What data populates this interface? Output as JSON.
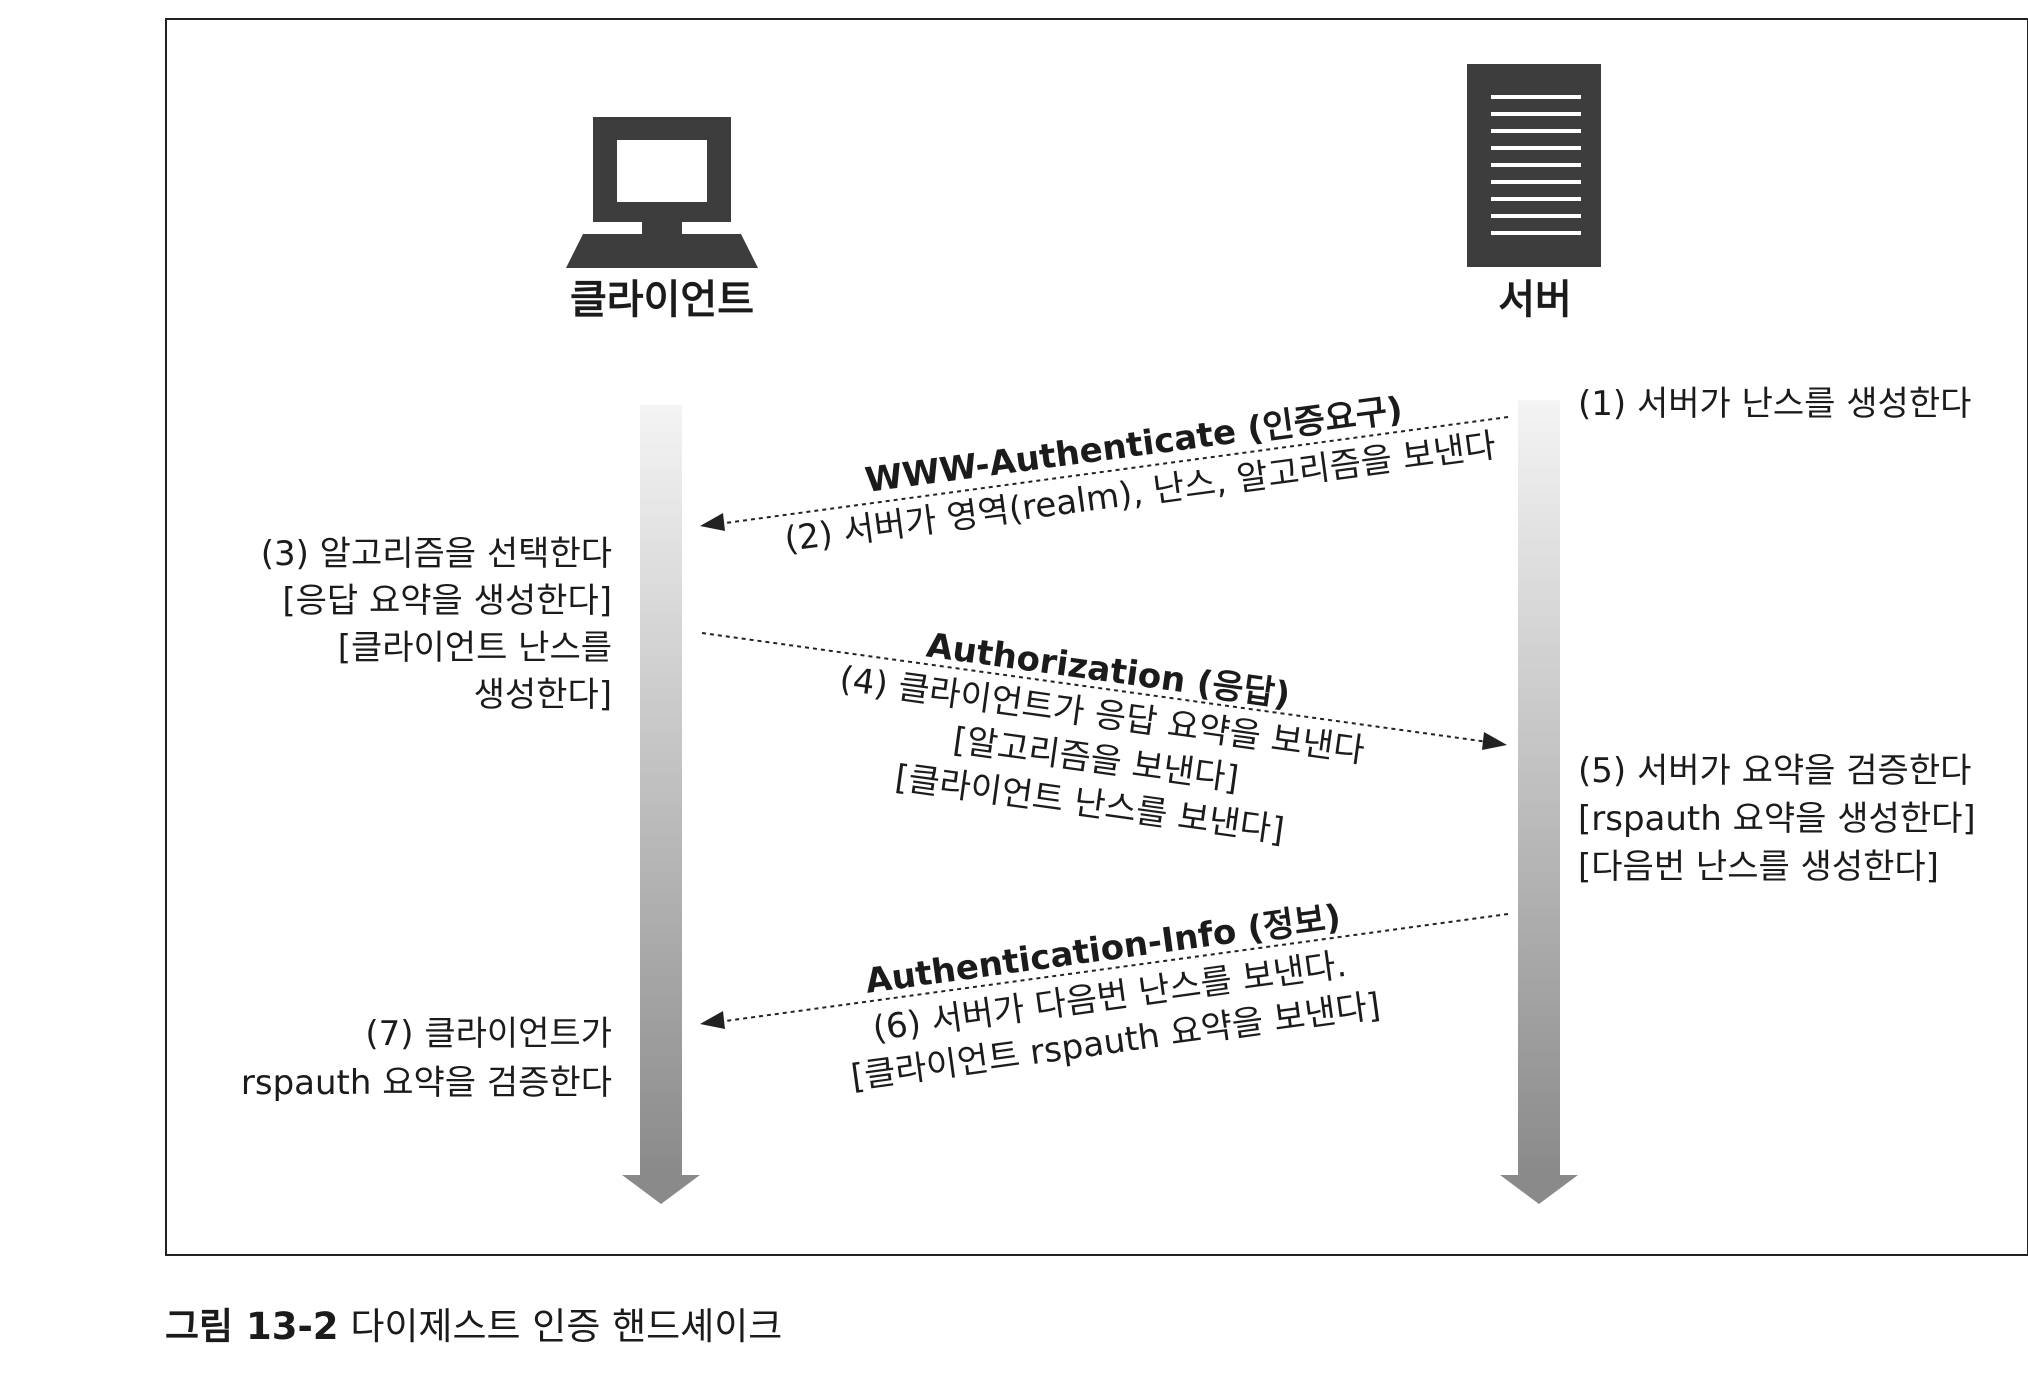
{
  "participants": {
    "client": {
      "label": "클라이언트",
      "icon": "computer-icon"
    },
    "server": {
      "label": "서버",
      "icon": "server-icon"
    }
  },
  "messages": {
    "www_authenticate": {
      "title": "WWW-Authenticate (인증요구)",
      "line1": "(2) 서버가 영역(realm), 난스, 알고리즘을 보낸다"
    },
    "authorization": {
      "title": "Authorization (응답)",
      "line1": "(4) 클라이언트가 응답 요약을 보낸다",
      "line2": "[알고리즘을 보낸다]",
      "line3": "[클라이언트 난스를 보낸다]"
    },
    "authentication_info": {
      "title": "Authentication-Info (정보)",
      "line1": "(6) 서버가 다음번 난스를 보낸다.",
      "line2": "[클라이언트 rspauth 요약을 보낸다]"
    }
  },
  "steps": {
    "step1": {
      "line1": "(1) 서버가 난스를 생성한다"
    },
    "step3": {
      "line1": "(3) 알고리즘을 선택한다",
      "line2": "[응답 요약을 생성한다]",
      "line3": "[클라이언트 난스를",
      "line4": "생성한다]"
    },
    "step5": {
      "line1": "(5) 서버가 요약을 검증한다",
      "line2": "[rspauth 요약을 생성한다]",
      "line3": "[다음번 난스를 생성한다]"
    },
    "step7": {
      "line1": "(7) 클라이언트가",
      "line2": "rspauth 요약을 검증한다"
    }
  },
  "caption": {
    "label": "그림 13-2",
    "text": "다이제스트 인증 핸드셰이크"
  },
  "colors": {
    "frame": "#222222",
    "icon": "#3d3d3d",
    "timeline_top": "#f4f4f4",
    "timeline_bottom": "#8a8a8a",
    "text": "#1b1b1b"
  }
}
